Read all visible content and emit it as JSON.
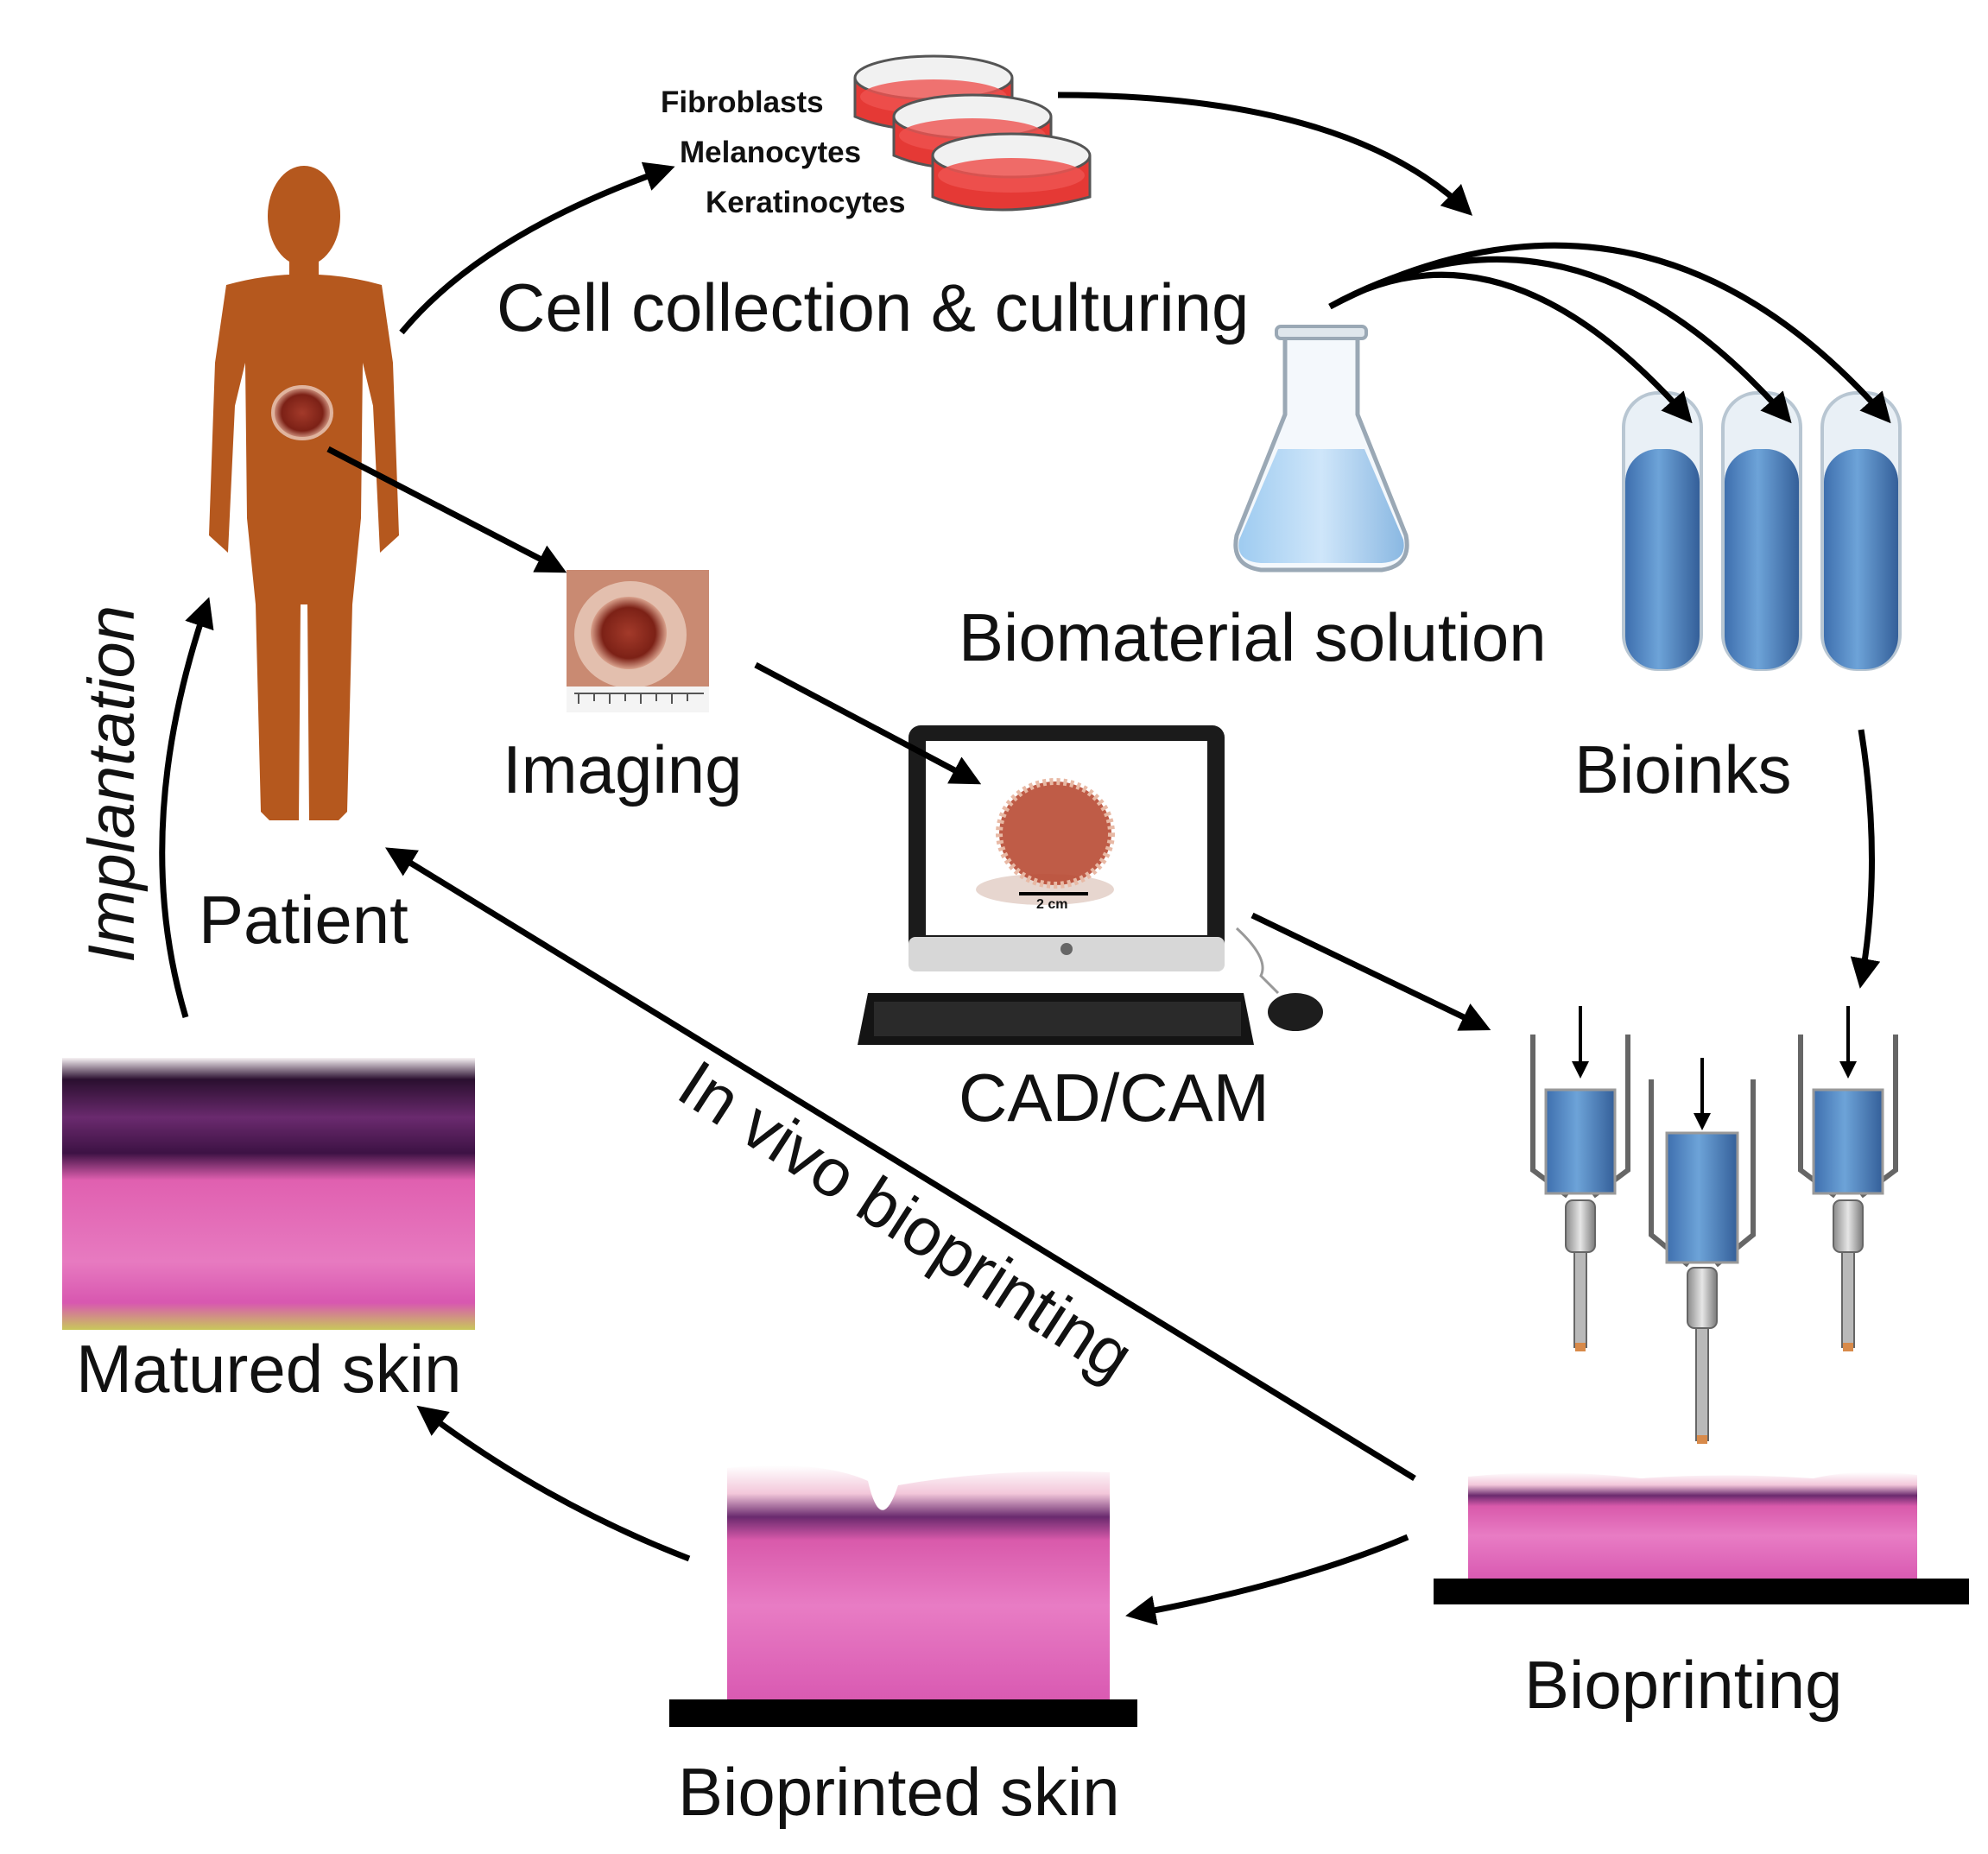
{
  "labels": {
    "cell_collection": "Cell collection & culturing",
    "fibroblasts": "Fibroblasts",
    "melanocytes": "Melanocytes",
    "keratinocytes": "Keratinocytes",
    "biomaterial_solution": "Biomaterial solution",
    "bioinks": "Bioinks",
    "imaging": "Imaging",
    "patient": "Patient",
    "implantation": "Implantation",
    "cad_cam": "CAD/CAM",
    "in_vivo": "In vivo bioprinting",
    "bioprinting": "Bioprinting",
    "bioprinted_skin": "Bioprinted skin",
    "matured_skin": "Matured skin",
    "scale_bar": "2 cm"
  },
  "colors": {
    "patient_body": "#b5581e",
    "wound": "#8a2a1c",
    "culture_medium": "#e53935",
    "bioink_blue": "#4f86c6",
    "skin_pink": "#e36bb3",
    "skin_dark": "#3a1140",
    "arrow": "#000000"
  },
  "icons": {
    "patient": "human-silhouette-icon",
    "dishes": "petri-dish-icon",
    "flask": "erlenmeyer-flask-icon",
    "tubes": "test-tube-icon",
    "computer": "desktop-computer-icon",
    "nozzles": "printer-nozzle-icon"
  }
}
